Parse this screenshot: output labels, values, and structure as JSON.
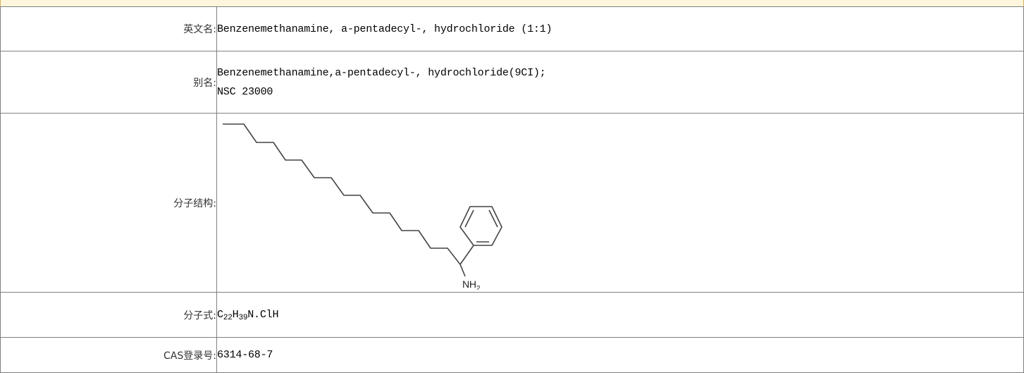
{
  "rows": {
    "english_name": {
      "label": "英文名:",
      "value": "Benzenemethanamine, a-pentadecyl-, hydrochloride (1:1)"
    },
    "aliases": {
      "label": "别名:",
      "values": [
        "Benzenemethanamine,a-pentadecyl-, hydrochloride(9CI);",
        "NSC 23000"
      ]
    },
    "structure": {
      "label": "分子结构:",
      "amine_label": "NH",
      "amine_sub": "2"
    },
    "formula": {
      "label": "分子式:",
      "parts": {
        "c": "C",
        "c_n": "22",
        "h": "H",
        "h_n": "39",
        "rest": "N.ClH"
      }
    },
    "cas": {
      "label": "CAS登录号:",
      "value": "6314-68-7"
    }
  }
}
